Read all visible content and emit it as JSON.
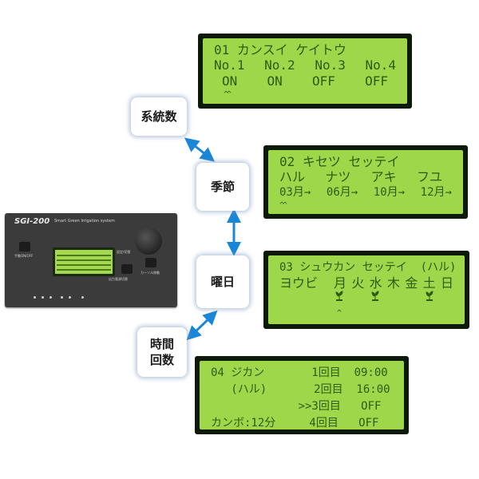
{
  "screens": [
    {
      "line1": "01 カンスイ ケイトウ",
      "line2": [
        "No.1",
        "No.2",
        "No.3",
        "No.4"
      ],
      "line3": [
        "ON",
        "ON",
        "OFF",
        "OFF"
      ],
      "cursor": "^^"
    },
    {
      "line1": "02 キセツ セッテイ",
      "line2": [
        "ハル",
        "ナツ",
        "アキ",
        "フユ"
      ],
      "line3": [
        "03月→",
        "06月→",
        "10月→",
        "12月→"
      ],
      "cursor": "^^"
    },
    {
      "line1": "03 シュウカン セッテイ  (ハル)",
      "line2_label": "ヨウビ",
      "days": [
        "月",
        "火",
        "水",
        "木",
        "金",
        "土",
        "日"
      ],
      "active_days": [
        1,
        0,
        1,
        0,
        0,
        1,
        0
      ],
      "cursor": "^"
    },
    {
      "line1": "04 ジカン       1回目  09:00",
      "line2": "   (ハル)       2回目  16:00",
      "line3": "             >>3回目   OFF",
      "line4": "カンボ:12分     4回目   OFF"
    }
  ],
  "labels": {
    "systems": "系統数",
    "season": "季節",
    "weekday": "曜日",
    "time_line1": "時間",
    "time_line2": "回数"
  },
  "device": {
    "brand": "SGI-200",
    "subtitle": "Smart Green Irrigation system",
    "btn_left": "手動ON/OFF",
    "btn_right_top": "設定/切替",
    "btn_bottom_mid": "出力電源切替",
    "btn_bottom_right": "カーソル移動"
  },
  "colors": {
    "lcd_bg": "#9ed84a",
    "lcd_text": "#2f5a12",
    "arrow": "#1a86d8",
    "device": "#3b3b3b"
  },
  "icons": [
    "double-arrow-icon",
    "rotate-arrow-icon",
    "sprout-icon"
  ]
}
